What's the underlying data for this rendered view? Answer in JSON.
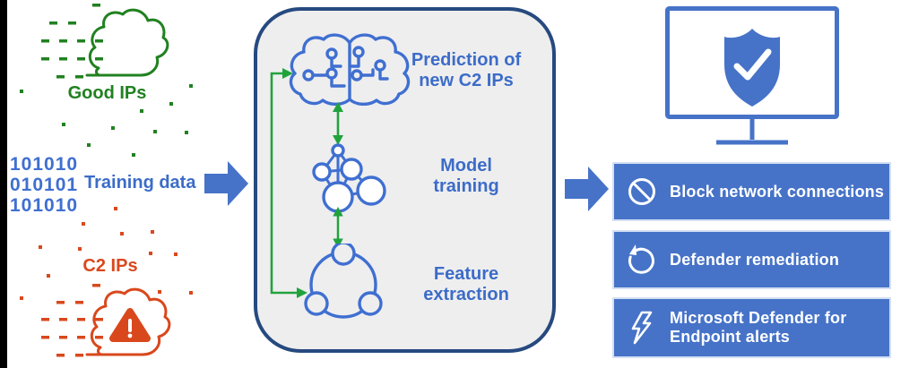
{
  "left_panel": {
    "good_ips_label": "Good IPs",
    "binary_lines": [
      "101010",
      "010101",
      "101010"
    ],
    "training_label": "Training data",
    "c2_label": "C2 IPs"
  },
  "pipeline": {
    "stages": [
      {
        "name": "prediction",
        "line1": "Prediction of",
        "line2": "new C2 IPs"
      },
      {
        "name": "model-training",
        "line1": "Model",
        "line2": "training"
      },
      {
        "name": "feature-extraction",
        "line1": "Feature",
        "line2": "extraction"
      }
    ]
  },
  "output_panel": {
    "banners": [
      {
        "icon": "block-icon",
        "label": "Block network connections"
      },
      {
        "icon": "refresh-icon",
        "label": "Defender remediation"
      },
      {
        "icon": "lightning-icon",
        "line1": "Microsoft Defender for",
        "line2": "Endpoint alerts"
      }
    ]
  },
  "colors": {
    "green": "#218121",
    "bright_green": "#21a33c",
    "blue": "#3f6fd1",
    "banner_blue": "#4673c8",
    "navy_border": "#26497f",
    "orange": "#d9481d",
    "box_fill": "#eeeeef"
  }
}
